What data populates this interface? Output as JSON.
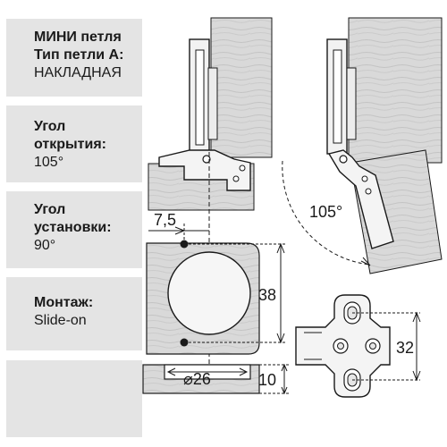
{
  "specs": {
    "title_line1": "МИНИ петля",
    "title_line2": "Тип петли А:",
    "title_line3": "НАКЛАДНАЯ",
    "opening_label_1": "Угол",
    "opening_label_2": "открытия:",
    "opening_value": "105°",
    "mount_angle_label_1": "Угол",
    "mount_angle_label_2": "установки:",
    "mount_angle_value": "90°",
    "mounting_label": "Монтаж:",
    "mounting_value": "Slide-on"
  },
  "dimensions": {
    "opening_angle": "105°",
    "offset": "7,5",
    "hole_spacing": "38",
    "cup_diameter": "⌀26",
    "cup_depth": "10",
    "plate_spacing": "32"
  },
  "colors": {
    "panel_bg": "#e4e4e4",
    "wood": "#d9d9d9",
    "line": "#1a1a1a"
  }
}
